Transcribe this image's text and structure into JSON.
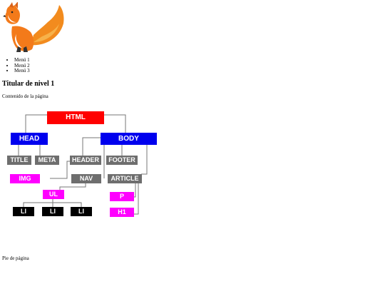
{
  "menu": {
    "items": [
      "Menú 1",
      "Menú 2",
      "Menú 3"
    ]
  },
  "heading": "Titular de nivel 1",
  "content": "Contenido de la página",
  "tree": {
    "nodes": {
      "html": "HTML",
      "head": "HEAD",
      "body": "BODY",
      "title": "TITLE",
      "meta": "META",
      "header": "HEADER",
      "footer": "FOOTER",
      "img": "IMG",
      "nav": "NAV",
      "article": "ARTICLE",
      "ul": "UL",
      "p": "P",
      "h1": "H1",
      "li1": "LI",
      "li2": "LI",
      "li3": "LI"
    }
  },
  "footer": "Pie de página",
  "colors": {
    "red": "#ff0000",
    "blue": "#0000ee",
    "gray": "#6e6e6e",
    "magenta": "#ff00ff",
    "black": "#000000"
  }
}
